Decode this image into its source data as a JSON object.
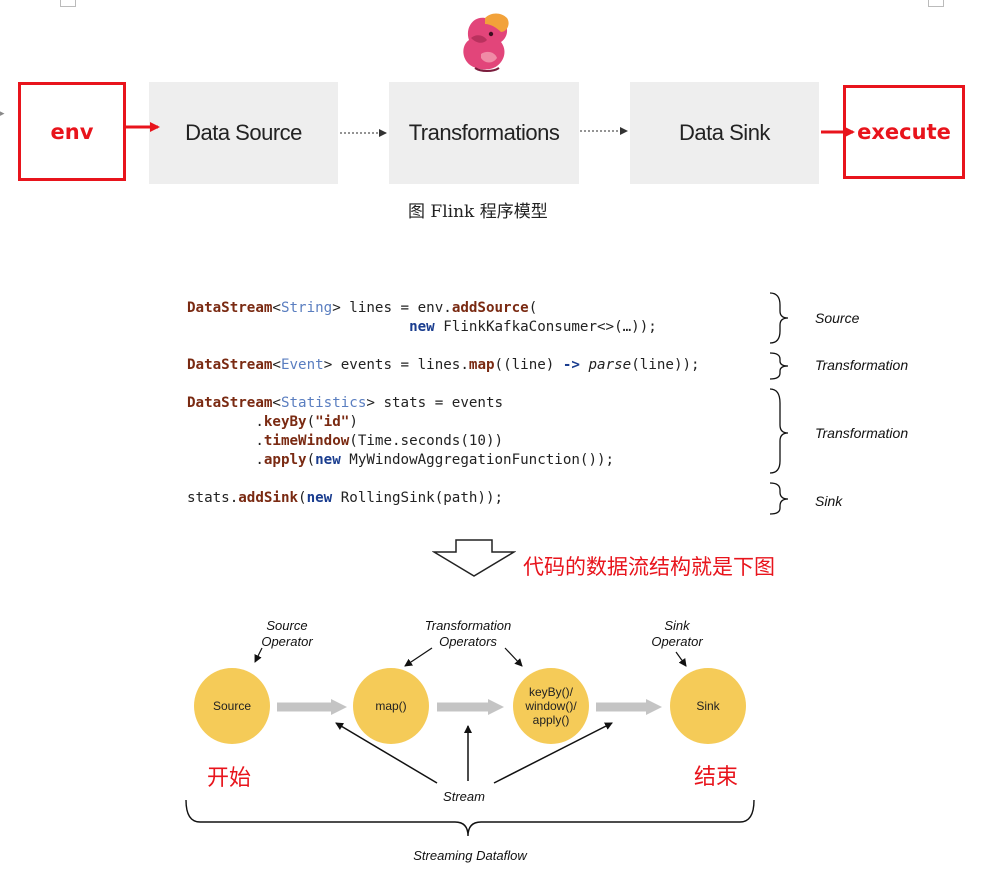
{
  "top": {
    "env_label": "env",
    "execute_label": "execute",
    "boxes": [
      "Data Source",
      "Transformations",
      "Data Sink"
    ],
    "caption": "图 Flink 程序模型"
  },
  "code": {
    "lines": [
      "DataStream<String> lines = env.addSource(",
      "                          new FlinkKafkaConsumer<>(…));",
      "DataStream<Event> events = lines.map((line) -> parse(line));",
      "DataStream<Statistics> stats = events",
      "        .keyBy(\"id\")",
      "        .timeWindow(Time.seconds(10))",
      "        .apply(new MyWindowAggregationFunction());",
      "stats.addSink(new RollingSink(path));"
    ],
    "labels": [
      "Source",
      "Transformation",
      "Transformation",
      "Sink"
    ]
  },
  "note": "代码的数据流结构就是下图",
  "dataflow": {
    "operator_labels": {
      "source": [
        "Source",
        "Operator"
      ],
      "transformation": [
        "Transformation",
        "Operators"
      ],
      "sink": [
        "Sink",
        "Operator"
      ]
    },
    "nodes": {
      "source": "Source",
      "map": "map()",
      "window": [
        "keyBy()/",
        "window()/",
        "apply()"
      ],
      "sink": "Sink"
    },
    "start_label": "开始",
    "end_label": "结束",
    "stream_label": "Stream",
    "footer_label": "Streaming Dataflow"
  },
  "colors": {
    "red": "#e8141c",
    "node_fill": "#f5cb58",
    "box_fill": "#eeeeee",
    "code_keyword": "#7a2a12",
    "code_type": "#5a7ec0",
    "code_new": "#1a3d8f"
  },
  "icons": [
    "flink-squirrel-logo-icon",
    "down-arrow-outline-icon"
  ]
}
